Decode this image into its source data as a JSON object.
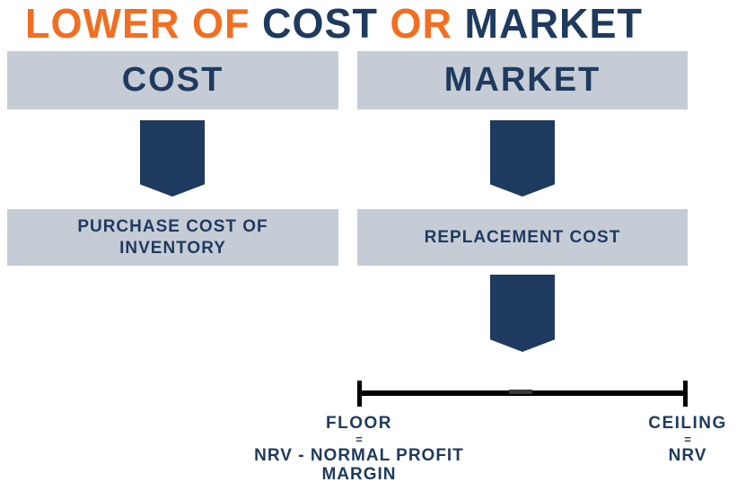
{
  "title": {
    "part1": "LOWER OF ",
    "part2": "COST ",
    "part3": "OR ",
    "part4": "MARKET"
  },
  "cost_column": {
    "header": "COST",
    "box": "PURCHASE COST OF INVENTORY"
  },
  "market_column": {
    "header": "MARKET",
    "box": "REPLACEMENT COST"
  },
  "range_scale": {
    "floor_label": "FLOOR",
    "floor_equals": "=",
    "floor_value": "NRV - NORMAL PROFIT MARGIN",
    "ceiling_label": "CEILING",
    "ceiling_equals": "=",
    "ceiling_value": "NRV"
  },
  "colors": {
    "orange": "#F26E21",
    "navy": "#1E3A5F",
    "box_gray": "#C6CCD6",
    "line_black": "#000000",
    "center_tick_gray": "#3A3A3A"
  }
}
